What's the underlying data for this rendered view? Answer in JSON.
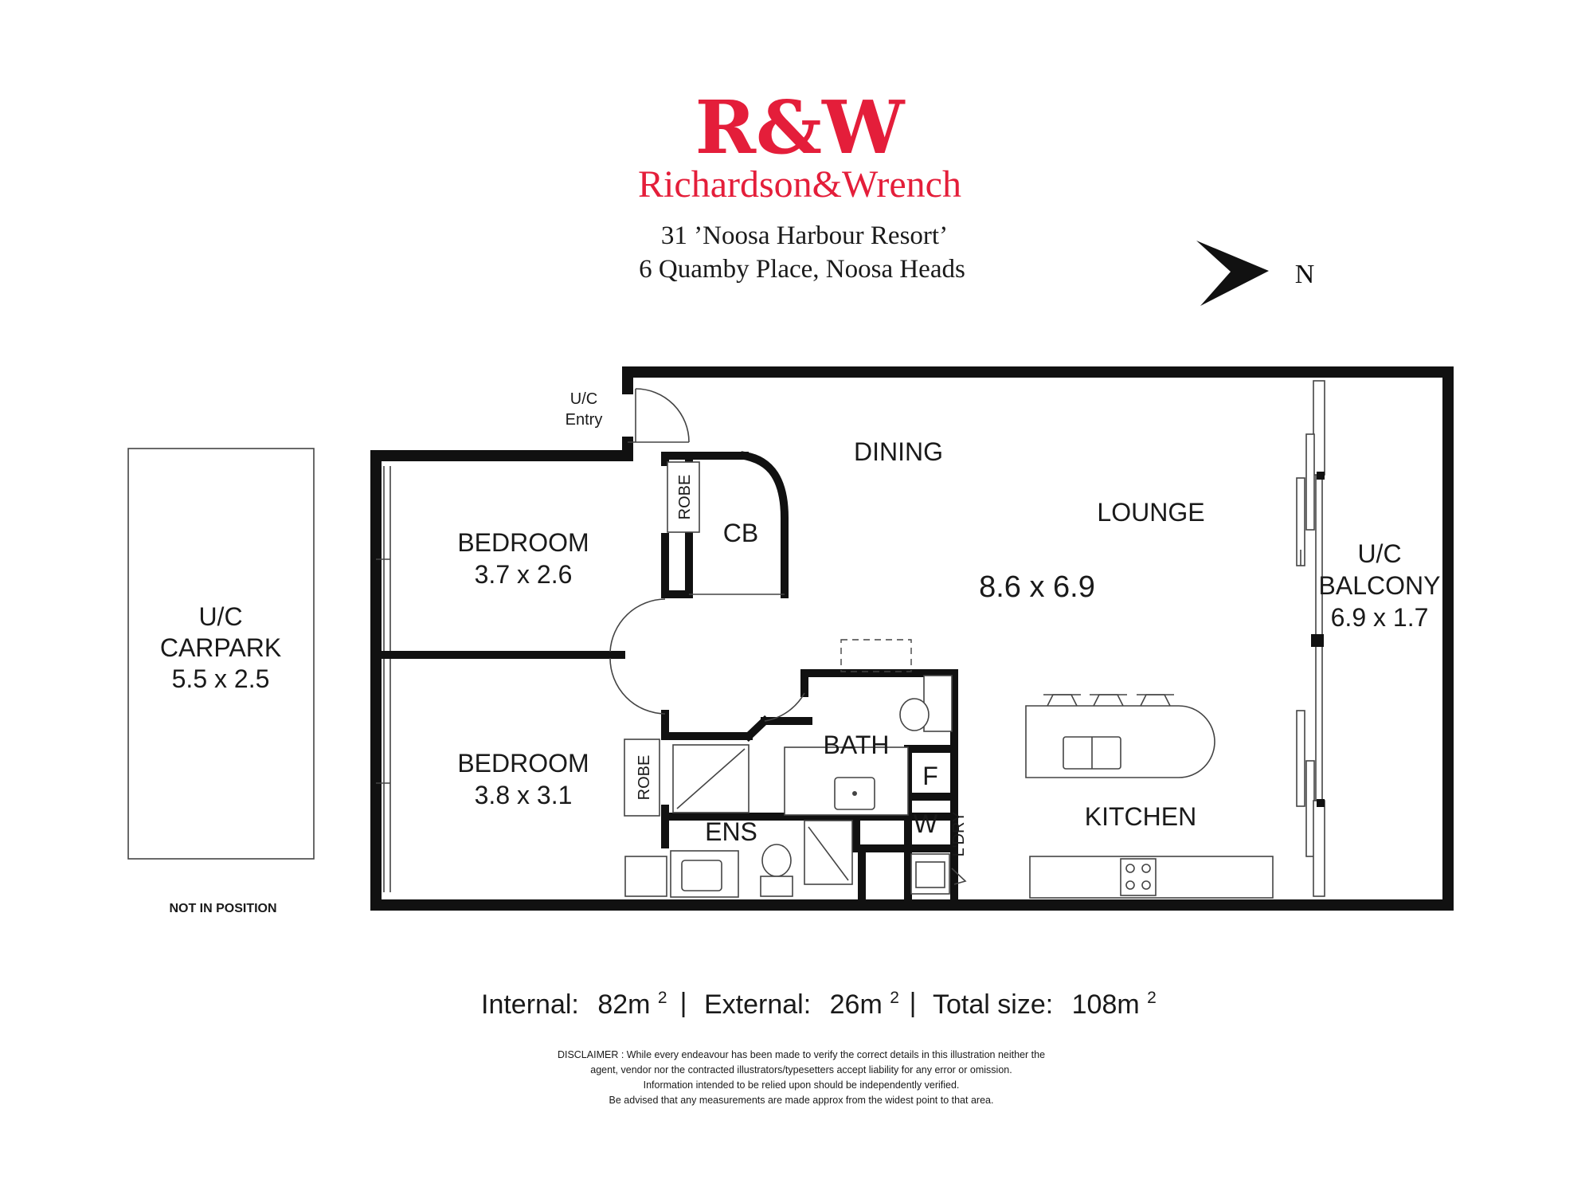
{
  "brand": {
    "logo_mark": "R&W",
    "name": "Richardson&Wrench",
    "color": "#e41e3a"
  },
  "address": {
    "line1": "31 ’Noosa Harbour Resort’",
    "line2": "6 Quamby Place, Noosa Heads"
  },
  "compass": {
    "label": "N",
    "icon": "north-arrow-icon"
  },
  "carpark": {
    "line1": "U/C",
    "line2": "CARPARK",
    "size": "5.5 x 2.5",
    "note": "NOT IN POSITION"
  },
  "rooms": {
    "entry": {
      "line1": "U/C",
      "line2": "Entry"
    },
    "dining": "DINING",
    "lounge": "LOUNGE",
    "main_size": "8.6 x 6.9",
    "bedroom1": {
      "label": "BEDROOM",
      "size": "3.7 x 2.6"
    },
    "bedroom2": {
      "label": "BEDROOM",
      "size": "3.8 x 3.1"
    },
    "robe1": "ROBE",
    "robe2": "ROBE",
    "cb": "CB",
    "bath": "BATH",
    "ens": "ENS",
    "fridge": "F",
    "washer": "W",
    "laundry": "L'DRY",
    "kitchen": "KITCHEN",
    "balcony": {
      "line1": "U/C",
      "line2": "BALCONY",
      "size": "6.9 x 1.7"
    }
  },
  "stats": {
    "internal_label": "Internal:",
    "internal_value": "82m",
    "external_label": "External:",
    "external_value": "26m",
    "total_label": "Total size:",
    "total_value": "108m",
    "unit_sup": "2",
    "separator": "|"
  },
  "disclaimer": {
    "line1": "DISCLAIMER : While every endeavour has been made to verify the correct details in this illustration neither the",
    "line2": "agent, vendor nor the contracted illustrators/typesetters accept liability for any error or omission.",
    "line3": "Information intended to be relied upon should be independently verified.",
    "line4": "Be advised that any measurements are made approx from the widest point to that area."
  }
}
